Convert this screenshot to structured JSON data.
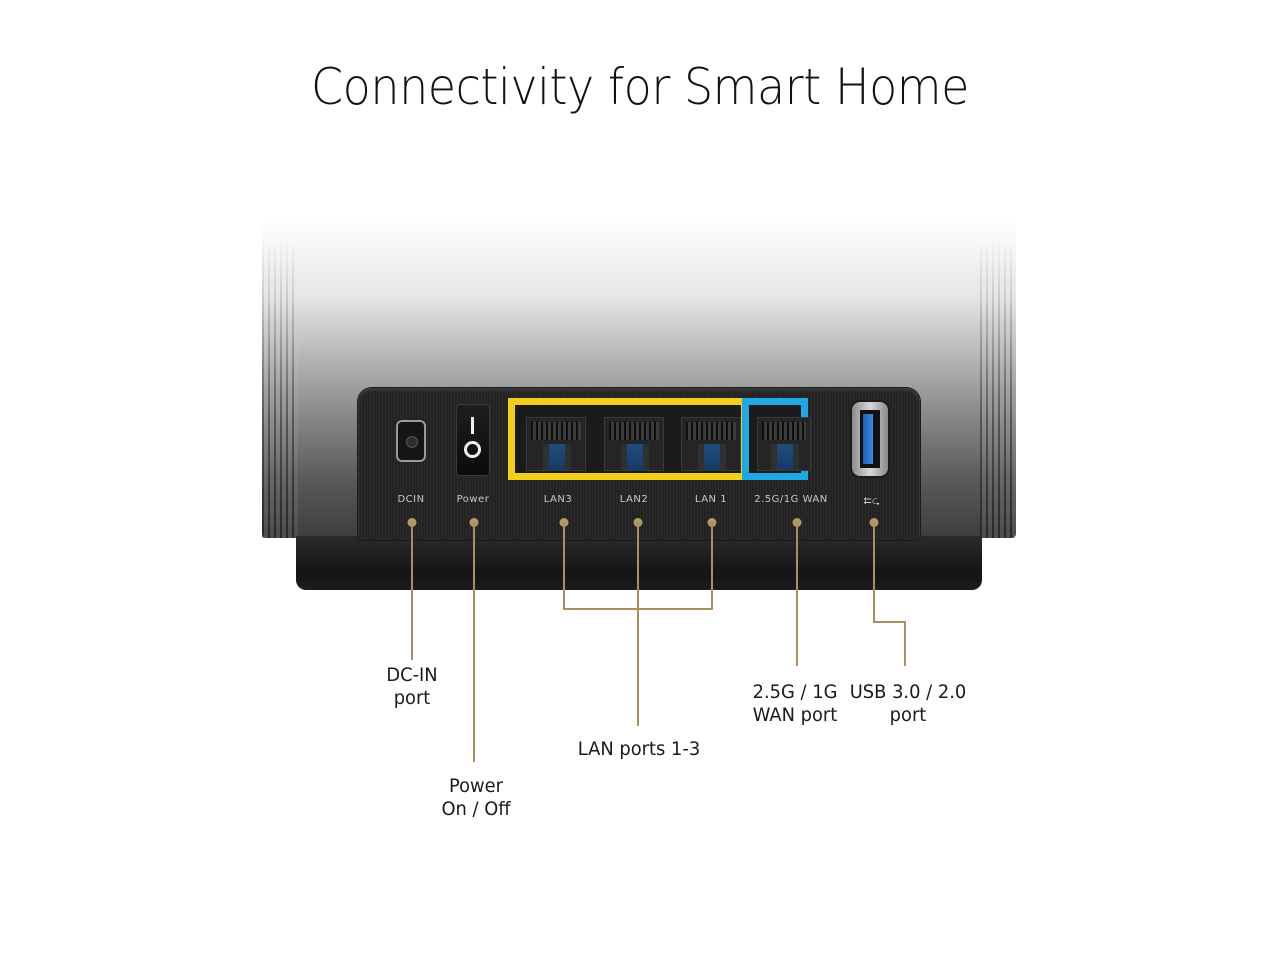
{
  "title": "Connectivity for Smart Home",
  "panel_labels": {
    "dcin": "DCIN",
    "power": "Power",
    "lan3": "LAN3",
    "lan2": "LAN2",
    "lan1": "LAN 1",
    "wan": "2.5G/1G WAN",
    "usb": "⮄⮎"
  },
  "callouts": {
    "dcin": {
      "line1": "DC-IN",
      "line2": "port"
    },
    "power": {
      "line1": "Power",
      "line2": "On / Off"
    },
    "lan": {
      "line1": "LAN ports 1-3"
    },
    "wan": {
      "line1": "2.5G / 1G",
      "line2": "WAN port"
    },
    "usb": {
      "line1": "USB 3.0 / 2.0",
      "line2": "port"
    }
  },
  "icons": {
    "usb": "usb-icon",
    "power_on": "power-on-mark-icon",
    "power_off": "power-off-mark-icon"
  },
  "colors": {
    "lan_highlight": "#f2cf1c",
    "wan_highlight": "#1fa8e3",
    "connector_gold": "#a99060",
    "panel_dark": "#252525",
    "usb_blue": "#2f78d6"
  }
}
